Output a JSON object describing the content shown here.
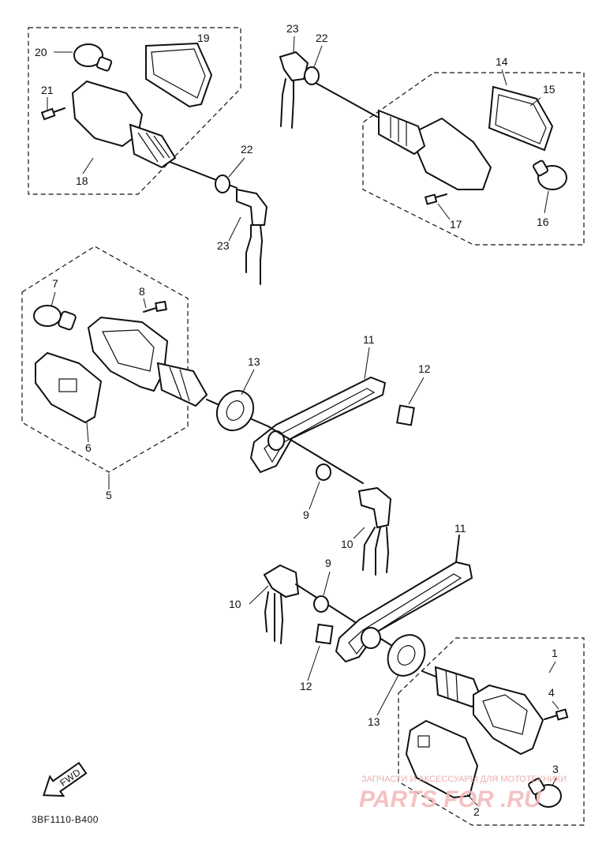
{
  "diagram": {
    "code": "3BF1110-B400",
    "fwd_label": "FWD",
    "watermark_top": "ЗАПЧАСТИ И АКСЕССУАРЫ ДЛЯ МОТОТЕХНИКИ",
    "watermark_brand": "PARTS FOR .RU",
    "labels": {
      "n1": "1",
      "n2": "2",
      "n3": "3",
      "n4": "4",
      "n5": "5",
      "n6": "6",
      "n7": "7",
      "n8": "8",
      "n9a": "9",
      "n9b": "9",
      "n10a": "10",
      "n10b": "10",
      "n11a": "11",
      "n11b": "11",
      "n12a": "12",
      "n12b": "12",
      "n13a": "13",
      "n13b": "13",
      "n14": "14",
      "n15": "15",
      "n16": "16",
      "n17": "17",
      "n18": "18",
      "n19": "19",
      "n20": "20",
      "n21": "21",
      "n22a": "22",
      "n22b": "22",
      "n23a": "23",
      "n23b": "23"
    }
  }
}
